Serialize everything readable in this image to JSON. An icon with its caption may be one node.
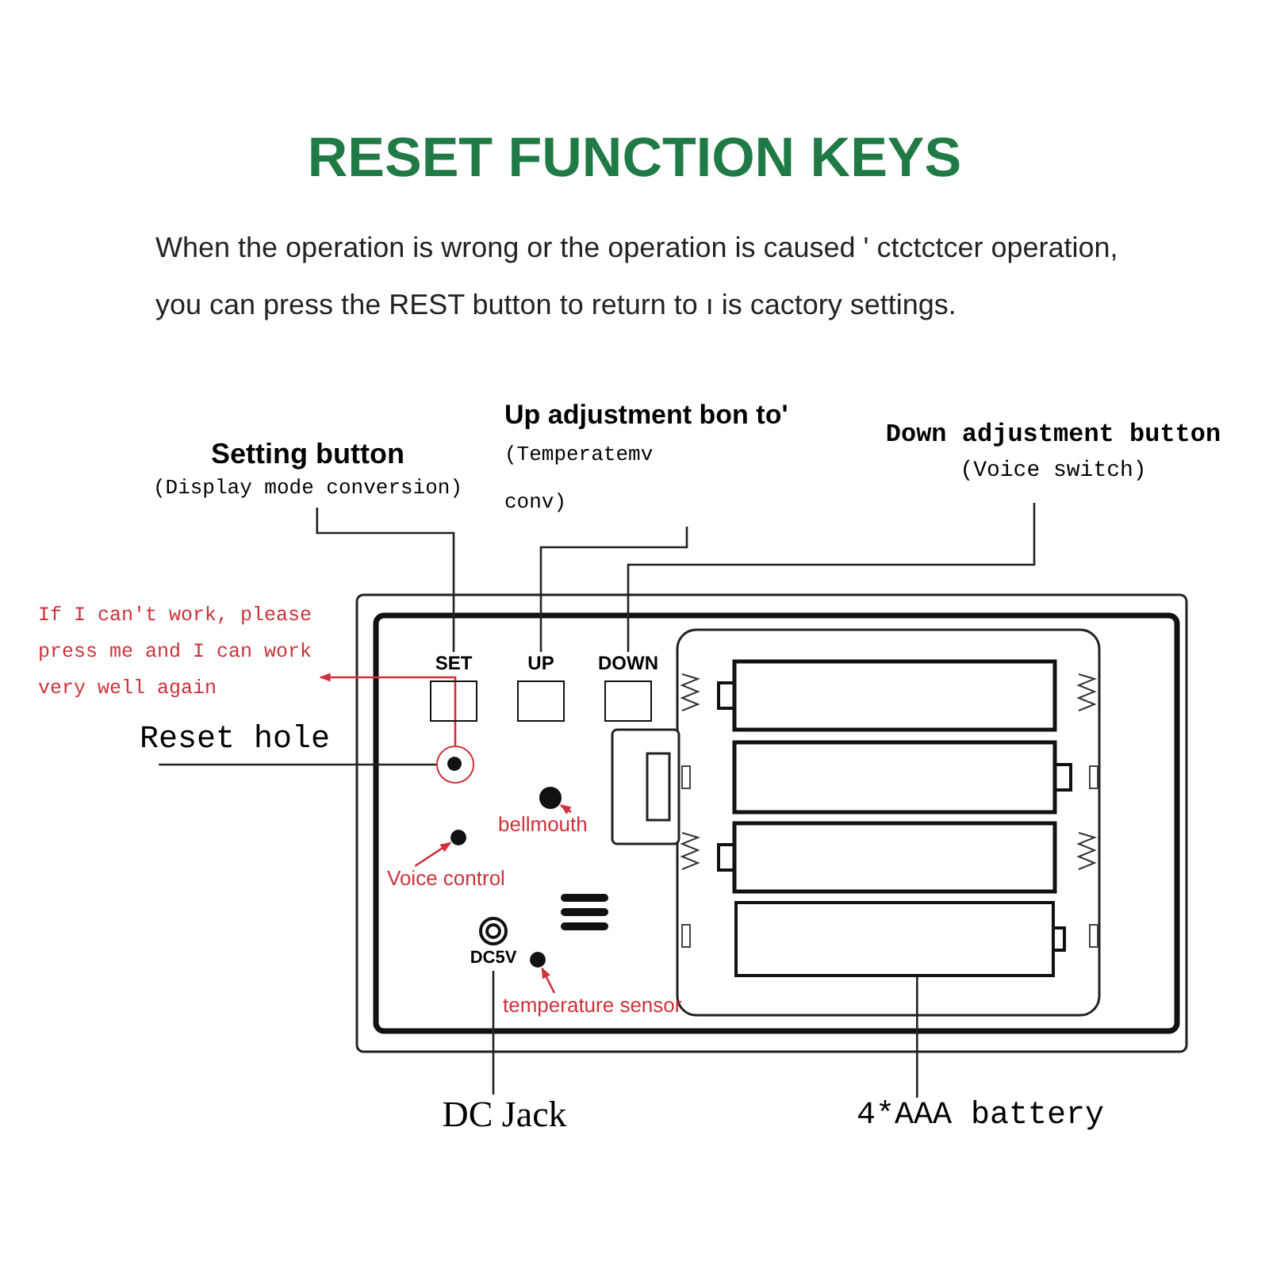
{
  "diagram": {
    "title": "RESET FUNCTION KEYS",
    "nodes": [
      {
        "text": [
          "Setting button",
          "(Display mode conversion)"
        ]
      },
      {
        "text": [
          "Up adjustment bon to'",
          "(Temperatemv conv)"
        ]
      },
      {
        "text": [
          "Down adjustment button",
          "(Voice switch)"
        ]
      },
      {
        "text": [
          "If I can't work, please press me and I can work very well again"
        ]
      },
      {
        "text": [
          "Reset hole"
        ]
      },
      {
        "text": [
          "bellmouth"
        ]
      },
      {
        "text": [
          "Voice control"
        ]
      },
      {
        "text": [
          "temperature sensor"
        ]
      },
      {
        "text": [
          "DC Jack"
        ]
      },
      {
        "text": [
          "4*AAA battery"
        ]
      },
      {
        "text": [
          "SET"
        ]
      },
      {
        "text": [
          "UP"
        ]
      },
      {
        "text": [
          "DOWN"
        ]
      },
      {
        "text": [],
        "shape": "circle"
      },
      {
        "text": [],
        "shape": "circle"
      },
      {
        "text": [],
        "shape": "circle"
      },
      {
        "text": [
          "DC5V"
        ]
      },
      {
        "text": [],
        "shape": "circle"
      },
      {
        "text": [],
        "shape": "box"
      }
    ],
    "edges": [
      {
        "from": 0,
        "to": 10,
        "arrow": "none"
      },
      {
        "from": 1,
        "to": 11,
        "arrow": "none"
      },
      {
        "from": 2,
        "to": 12,
        "arrow": "none"
      },
      {
        "from": 13,
        "to": 3,
        "arrow": "to",
        "color": "#d0303a"
      },
      {
        "from": 4,
        "to": 13,
        "arrow": "none"
      },
      {
        "from": 5,
        "to": 14,
        "arrow": "to",
        "color": "#d0303a"
      },
      {
        "from": 6,
        "to": 15,
        "arrow": "to",
        "color": "#d0303a"
      },
      {
        "from": 7,
        "to": 17,
        "arrow": "to",
        "color": "#d0303a"
      },
      {
        "from": 8,
        "to": 16,
        "arrow": "none"
      },
      {
        "from": 9,
        "to": 18,
        "arrow": "none"
      }
    ],
    "labels": [
      "When the operation is wrong or the operation is caused ' ctctctcer operation, you can press the REST button to return to ı is cactory settings."
    ]
  }
}
